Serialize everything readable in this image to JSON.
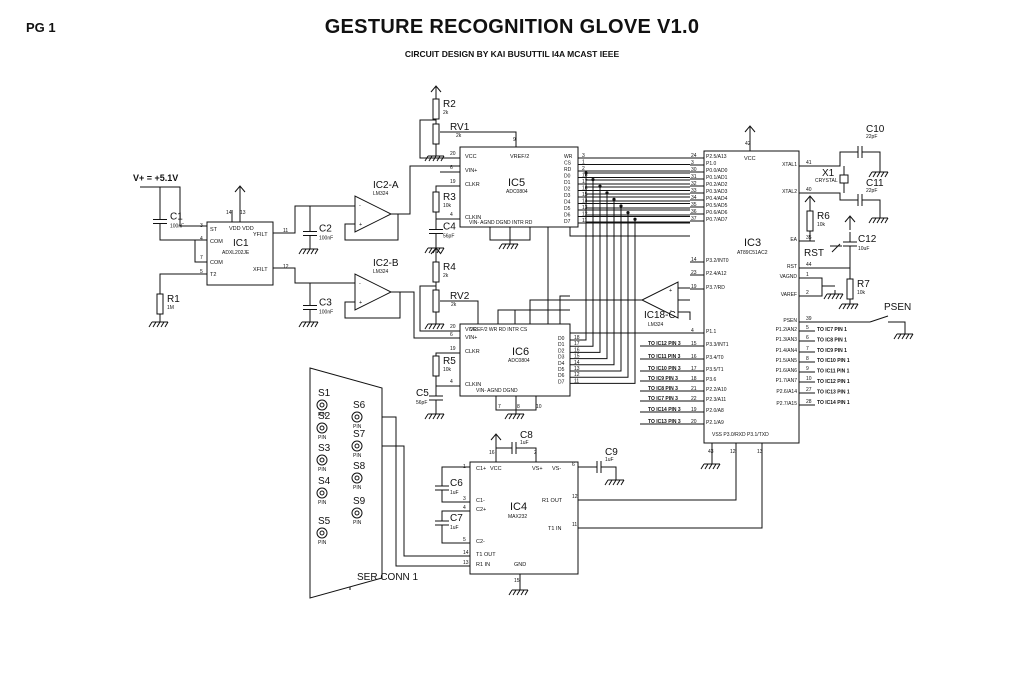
{
  "header": {
    "page": "PG 1",
    "title": "GESTURE RECOGNITION GLOVE V1.0",
    "subtitle": "CIRCUIT DESIGN BY KAI BUSUTTIL I4A MCAST IEEE"
  },
  "supply_label": "V+ = +5.1V",
  "passives": {
    "C1": {
      "ref": "C1",
      "val": "100nF"
    },
    "C2": {
      "ref": "C2",
      "val": "100nF"
    },
    "C3": {
      "ref": "C3",
      "val": "100nF"
    },
    "C4": {
      "ref": "C4",
      "val": "56pF"
    },
    "C5": {
      "ref": "C5",
      "val": "56pF"
    },
    "C6": {
      "ref": "C6",
      "val": "1uF"
    },
    "C7": {
      "ref": "C7",
      "val": "1uF"
    },
    "C8": {
      "ref": "C8",
      "val": "1uF"
    },
    "C9": {
      "ref": "C9",
      "val": "1uF"
    },
    "C10": {
      "ref": "C10",
      "val": "22pF"
    },
    "C11": {
      "ref": "C11",
      "val": "22pF"
    },
    "C12": {
      "ref": "C12",
      "val": "10uF"
    },
    "R1": {
      "ref": "R1",
      "val": "1M"
    },
    "R2": {
      "ref": "R2",
      "val": "2k"
    },
    "R3": {
      "ref": "R3",
      "val": "10k"
    },
    "R4": {
      "ref": "R4",
      "val": "2k"
    },
    "R5": {
      "ref": "R5",
      "val": "10k"
    },
    "R6": {
      "ref": "R6",
      "val": "10k"
    },
    "R7": {
      "ref": "R7",
      "val": "10k"
    },
    "RV1": {
      "ref": "RV1",
      "val": "2k"
    },
    "RV2": {
      "ref": "RV2",
      "val": "2k"
    },
    "X1": {
      "ref": "X1",
      "val": "CRYSTAL"
    },
    "RST": {
      "ref": "RST"
    },
    "PSEN": {
      "ref": "PSEN"
    }
  },
  "ic1": {
    "ref": "IC1",
    "part": "ADXL202JE",
    "pins": {
      "st": "ST",
      "com1": "COM",
      "com2": "COM",
      "t2": "T2",
      "vdd": "VDD VDD",
      "yfilt": "YFILT",
      "xfilt": "XFILT"
    },
    "nums": {
      "st": "3",
      "com1": "4",
      "com2": "7",
      "t2": "5",
      "vdd1": "14",
      "vdd2": "13",
      "yfilt": "11",
      "xfilt": "12"
    }
  },
  "ic2a": {
    "ref": "IC2-A",
    "part": "LM324"
  },
  "ic2b": {
    "ref": "IC2-B",
    "part": "LM324"
  },
  "ic18c": {
    "ref": "IC18-C",
    "part": "LM324"
  },
  "ic5": {
    "ref": "IC5",
    "part": "ADC0804",
    "left": [
      "VCC",
      "VIN+",
      "CLKR",
      "CLKIN"
    ],
    "left_nums": [
      "20",
      "6",
      "19",
      "4"
    ],
    "top": "VREF/2",
    "top_num": "9",
    "right": [
      "WR",
      "CS",
      "RD",
      "D0",
      "D1",
      "D2",
      "D3",
      "D4",
      "D5",
      "D6",
      "D7"
    ],
    "right_nums": [
      "3",
      "1",
      "2",
      "18",
      "17",
      "16",
      "15",
      "14",
      "13",
      "12",
      "11"
    ],
    "bottom": "VIN-  AGND  DGND  INTR  RD"
  },
  "ic6": {
    "ref": "IC6",
    "part": "ADC0804",
    "left": [
      "VCC",
      "VIN+",
      "CLKR",
      "CLKIN"
    ],
    "left_nums": [
      "20",
      "6",
      "19",
      "4"
    ],
    "top": [
      "VREF/2",
      "WR",
      "RD",
      "INTR",
      "CS"
    ],
    "right": [
      "D0",
      "D1",
      "D2",
      "D3",
      "D4",
      "D5",
      "D6",
      "D7"
    ],
    "right_nums": [
      "18",
      "17",
      "16",
      "15",
      "14",
      "13",
      "12",
      "11"
    ],
    "bottom": "VIN-  AGND  DGND",
    "bottom_nums": [
      "7",
      "8",
      "10"
    ]
  },
  "ic3": {
    "ref": "IC3",
    "part": "AT89C51AC2",
    "vcc": "VCC",
    "vcc_num": "42",
    "left": [
      "P2.5/A13",
      "P1.0",
      "P0.0/AD0",
      "P0.1/AD1",
      "P0.2/AD2",
      "P0.3/AD3",
      "P0.4/AD4",
      "P0.5/AD5",
      "P0.6/AD6",
      "P0.7/AD7",
      "P3.2/INT0",
      "P2.4/A12",
      "P3.7/RD",
      "P1.1",
      "P3.3/INT1",
      "P3.4/T0",
      "P3.5/T1",
      "P3.6",
      "P2.2/A10",
      "P2.3/A11",
      "P2.0/A8",
      "P2.1/A9"
    ],
    "left_nums": [
      "24",
      "3",
      "30",
      "31",
      "32",
      "33",
      "34",
      "35",
      "36",
      "37",
      "14",
      "23",
      "19",
      "4",
      "15",
      "16",
      "17",
      "18",
      "21",
      "22",
      "19",
      "20"
    ],
    "right": [
      "XTAL1",
      "XTAL2",
      "EA",
      "RST",
      "VAGND",
      "VAREF",
      "PSEN",
      "P1.2/AN2",
      "P1.3/AN3",
      "P1.4/AN4",
      "P1.5/AN5",
      "P1.6/AN6",
      "P1.7/AN7",
      "P2.6/A14",
      "P2.7/A15"
    ],
    "right_nums": [
      "41",
      "40",
      "35",
      "44",
      "1",
      "2",
      "39",
      "5",
      "6",
      "7",
      "8",
      "9",
      "10",
      "27",
      "28"
    ],
    "bottom": "VSS   P3.0/RXD  P3.1/TXD",
    "bottom_nums": [
      "43",
      "12",
      "13"
    ]
  },
  "ic3_left_nets": [
    "TO IC12 PIN 3",
    "TO IC11 PIN 3",
    "TO IC10 PIN 3",
    "TO IC9 PIN 3",
    "TO IC8 PIN 3",
    "TO IC7 PIN 3",
    "TO IC14 PIN 3",
    "TO IC13 PIN 3"
  ],
  "ic3_right_nets": [
    "TO IC7 PIN 1",
    "TO IC8 PIN 1",
    "TO IC9 PIN 1",
    "TO IC10 PIN 1",
    "TO IC11 PIN 1",
    "TO IC12 PIN 1",
    "TO IC13 PIN 1",
    "TO IC14 PIN 1"
  ],
  "ic4": {
    "ref": "IC4",
    "part": "MAX232",
    "left": [
      "C1+",
      "C1-",
      "C2+",
      "C2-",
      "T1 OUT",
      "R1 IN"
    ],
    "left_nums": [
      "1",
      "3",
      "4",
      "5",
      "14",
      "13"
    ],
    "top": [
      "VCC",
      "VS+",
      "VS-"
    ],
    "top_nums": [
      "16",
      "2",
      "6"
    ],
    "right": [
      "R1 OUT",
      "T1 IN"
    ],
    "right_nums": [
      "12",
      "11"
    ],
    "bottom": "GND",
    "bottom_num": "15"
  },
  "switches": [
    "S1",
    "S2",
    "S3",
    "S4",
    "S5",
    "S6",
    "S7",
    "S8",
    "S9"
  ],
  "pin_label": "PIN",
  "connector": "SER CONN 1"
}
